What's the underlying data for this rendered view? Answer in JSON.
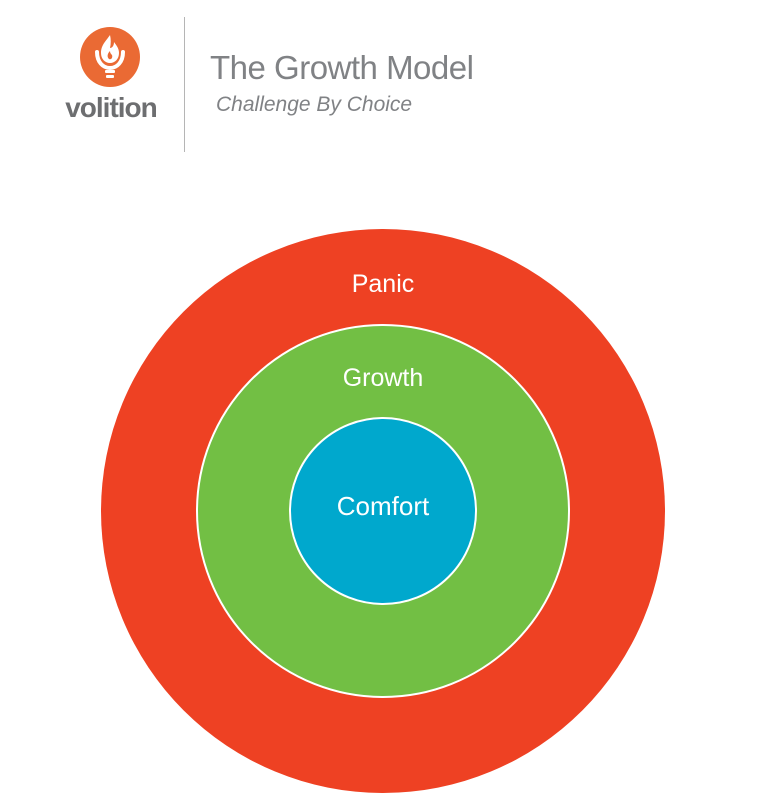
{
  "brand": {
    "name": "volition",
    "logo_icon": "flame-bulb-icon",
    "logo_color": "#ea6a34",
    "word_color": "#6d6e70"
  },
  "header": {
    "title": "The Growth Model",
    "subtitle": "Challenge By Choice",
    "text_color": "#808285",
    "divider_color": "#b5b5b5"
  },
  "diagram": {
    "type": "concentric-zones",
    "zones": [
      {
        "label": "Panic",
        "color": "#ee4123",
        "level": "outer"
      },
      {
        "label": "Growth",
        "color": "#72bf44",
        "level": "middle"
      },
      {
        "label": "Comfort",
        "color": "#00a8cd",
        "level": "inner"
      }
    ],
    "border_color": "#ffffff"
  }
}
